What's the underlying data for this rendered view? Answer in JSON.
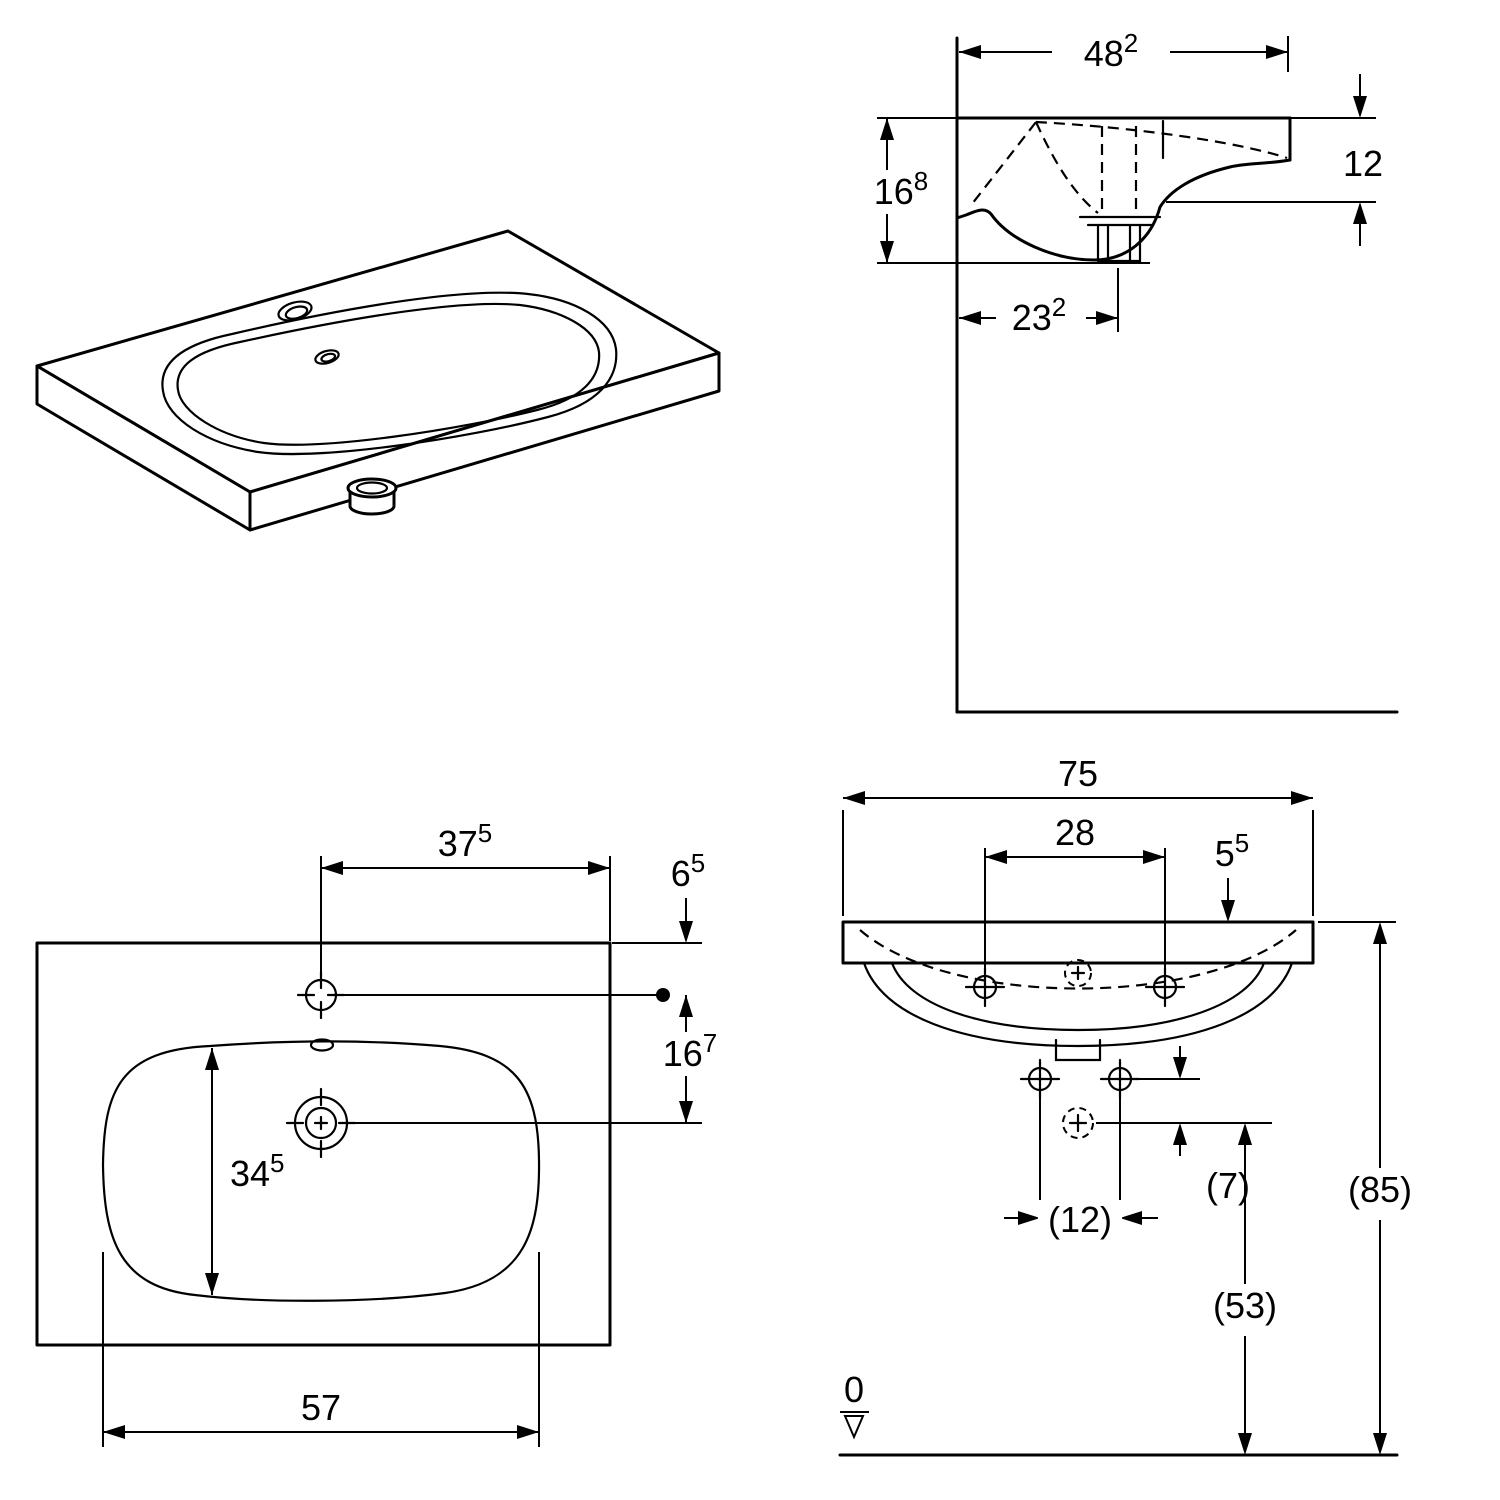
{
  "background": "#ffffff",
  "line_color": "#000000",
  "drawing": {
    "kind": "washbasin dimensional drawing",
    "views": [
      "isometric",
      "side-section",
      "plan",
      "front"
    ]
  },
  "dims": {
    "side": {
      "depth": {
        "main": "48",
        "sup": "2"
      },
      "front_edge": {
        "main": "12",
        "sup": ""
      },
      "height": {
        "main": "16",
        "sup": "8"
      },
      "drain_setback": {
        "main": "23",
        "sup": "2"
      }
    },
    "plan": {
      "tap_to_edge": {
        "main": "37",
        "sup": "5"
      },
      "tap_setback": {
        "main": "6",
        "sup": "5"
      },
      "tap_to_drain": {
        "main": "16",
        "sup": "7"
      },
      "basin_depth": {
        "main": "34",
        "sup": "5"
      },
      "basin_width": {
        "main": "57",
        "sup": ""
      }
    },
    "front": {
      "width": {
        "main": "75",
        "sup": ""
      },
      "hole_spacing": {
        "main": "28",
        "sup": ""
      },
      "edge_thickness": {
        "main": "5",
        "sup": "5"
      },
      "overall_height": {
        "main": "(85)",
        "sup": ""
      },
      "hole_offset": {
        "main": "(7)",
        "sup": ""
      },
      "fixing_spacing": {
        "main": "(12)",
        "sup": ""
      },
      "drain_height": {
        "main": "(53)",
        "sup": ""
      },
      "datum": {
        "main": "0",
        "sup": ""
      }
    }
  }
}
